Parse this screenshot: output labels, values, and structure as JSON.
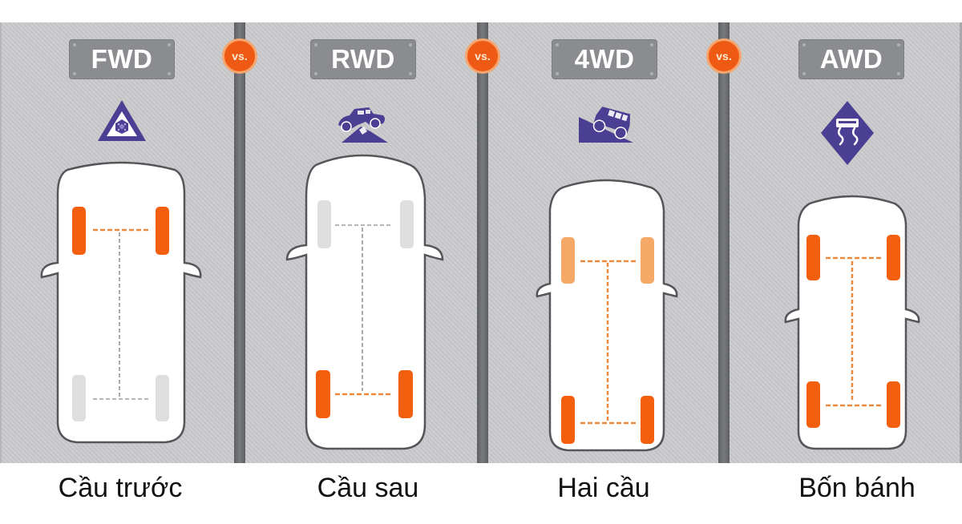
{
  "infographic": {
    "vs_label": "vs.",
    "colors": {
      "active_wheel": "#f2600f",
      "partial_wheel": "#f6a867",
      "inactive_wheel": "#dedede",
      "active_shaft": "#e8893f",
      "inactive_shaft": "#a9a9a9",
      "icon": "#4b3f93",
      "vs_badge": "#ee5a14",
      "plate": "#8b8c8f"
    },
    "panels": [
      {
        "code": "FWD",
        "caption": "Cầu trước",
        "icon": "snow-warning-triangle-icon",
        "driven": "front"
      },
      {
        "code": "RWD",
        "caption": "Cầu sau",
        "icon": "offroad-rock-crawl-icon",
        "driven": "rear"
      },
      {
        "code": "4WD",
        "caption": "Hai cầu",
        "icon": "hill-climb-jeep-icon",
        "driven": "four-part-time"
      },
      {
        "code": "AWD",
        "caption": "Bốn bánh",
        "icon": "slippery-road-sign-icon",
        "driven": "all"
      }
    ]
  }
}
